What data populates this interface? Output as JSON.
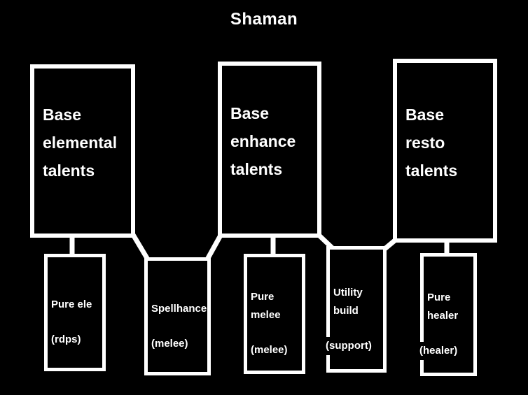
{
  "title": "Shaman",
  "colors": {
    "background": "#000000",
    "box_fill": "#000000",
    "box_border": "#ffffff",
    "line": "#ffffff",
    "text": "#ffffff"
  },
  "base_boxes": [
    {
      "id": "base-elemental-talents",
      "label": "Base\nelemental\ntalents"
    },
    {
      "id": "base-enhance-talents",
      "label": "Base\nenhance\ntalents"
    },
    {
      "id": "base-resto-talents",
      "label": "Base\nresto\ntalents"
    }
  ],
  "build_boxes": [
    {
      "id": "pure-ele",
      "label": "Pure ele",
      "sublabel": "(rdps)"
    },
    {
      "id": "spellhance",
      "label": "Spellhance",
      "sublabel": "(melee)"
    },
    {
      "id": "pure-melee",
      "label": "Pure\nmelee",
      "sublabel": "(melee)"
    },
    {
      "id": "utility-build",
      "label": "Utility\nbuild",
      "sublabel": "(support)"
    },
    {
      "id": "pure-healer",
      "label": "Pure\nhealer",
      "sublabel": "(healer)"
    }
  ],
  "edges": [
    {
      "from": "base-elemental-talents",
      "to": "pure-ele"
    },
    {
      "from": "base-elemental-talents",
      "to": "spellhance"
    },
    {
      "from": "base-enhance-talents",
      "to": "spellhance"
    },
    {
      "from": "base-enhance-talents",
      "to": "pure-melee"
    },
    {
      "from": "base-enhance-talents",
      "to": "utility-build"
    },
    {
      "from": "base-resto-talents",
      "to": "utility-build"
    },
    {
      "from": "base-resto-talents",
      "to": "pure-healer"
    }
  ]
}
